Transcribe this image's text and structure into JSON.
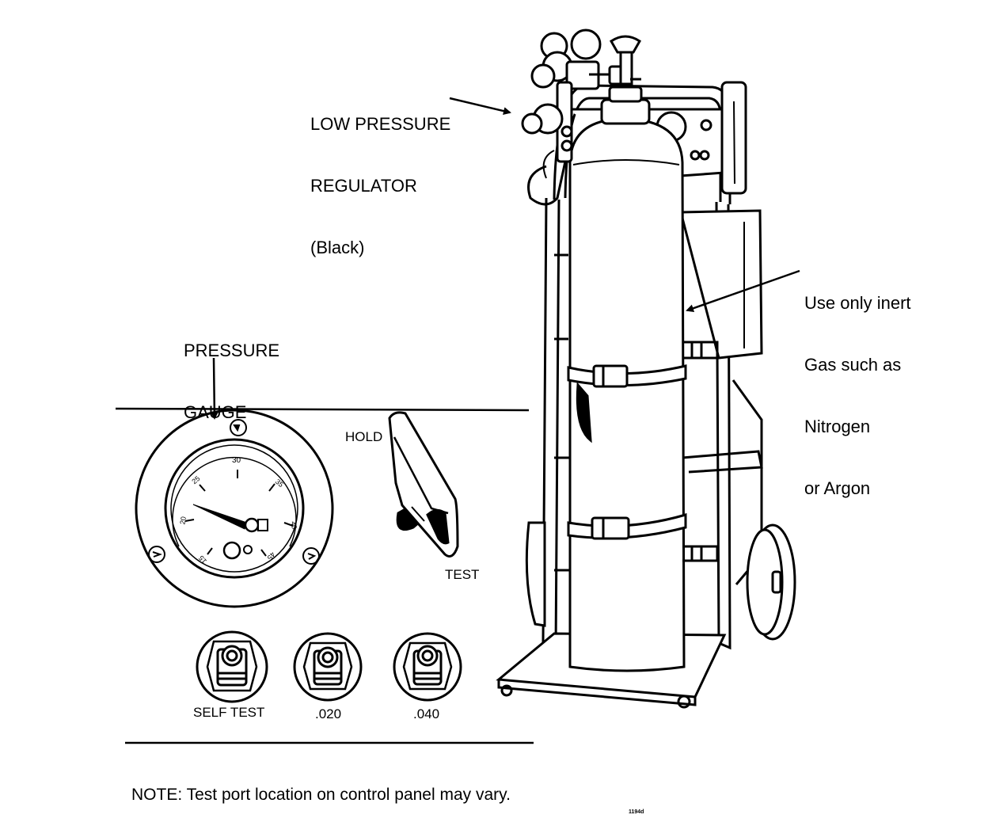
{
  "labels": {
    "low_pressure_regulator": [
      "LOW PRESSURE",
      "REGULATOR",
      "(Black)"
    ],
    "inert_gas": [
      "Use only inert",
      "Gas such as",
      "Nitrogen",
      "or Argon"
    ],
    "pressure_gauge": [
      "PRESSURE",
      "GAUGE"
    ],
    "hold": "HOLD",
    "test": "TEST",
    "gauge_scale_30": "30",
    "ports": [
      "SELF TEST",
      ".020",
      ".040"
    ],
    "note": "NOTE: Test port location on control panel may vary.",
    "figure_code": "1194d"
  }
}
